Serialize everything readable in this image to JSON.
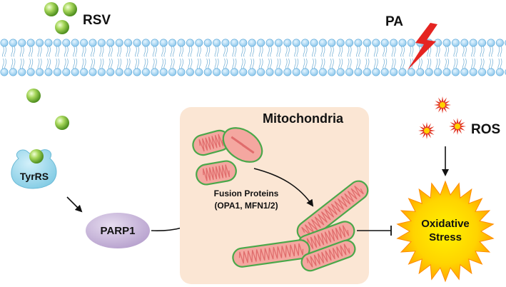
{
  "labels": {
    "rsv": "RSV",
    "pa": "PA",
    "ros": "ROS",
    "tyrrs": "TyrRS",
    "parp1": "PARP1",
    "mitochondria": "Mitochondria",
    "fusion_line1": "Fusion Proteins",
    "fusion_line2": "(OPA1, MFN1/2)",
    "oxidative_line1": "Oxidative",
    "oxidative_line2": "Stress"
  },
  "colors": {
    "membrane_head": "#a9d6f2",
    "membrane_head_edge": "#5aa7d8",
    "rsv_molecule": "#8cc63f",
    "tyrrs": "#8fd3e8",
    "parp1": "#c6b4d8",
    "mito_panel": "#fbe6d4",
    "mito_fill": "#f4a7a0",
    "mito_edge": "#4aa84a",
    "lightning": "#e52421",
    "burst_outer": "#ffb300",
    "burst_core": "#ffe600",
    "ros_star": "#e23a27"
  }
}
